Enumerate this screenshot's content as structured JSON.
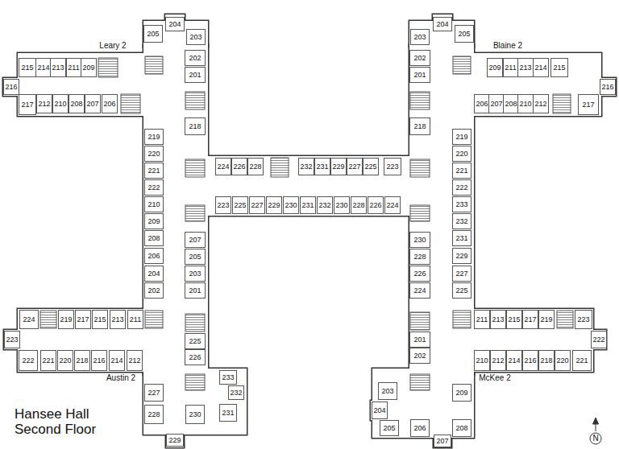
{
  "diagram": {
    "title": "Hansee Hall Second Floor",
    "nodes": [
      {
        "text": [
          "215"
        ]
      },
      {
        "text": [
          "214"
        ]
      },
      {
        "text": [
          "213"
        ]
      },
      {
        "text": [
          "211"
        ]
      },
      {
        "text": [
          "209"
        ]
      },
      {
        "text": [
          "216"
        ]
      },
      {
        "text": [
          "217"
        ]
      },
      {
        "text": [
          "212"
        ]
      },
      {
        "text": [
          "210"
        ]
      },
      {
        "text": [
          "208"
        ]
      },
      {
        "text": [
          "207"
        ]
      },
      {
        "text": [
          "206"
        ]
      },
      {
        "text": [
          "205"
        ]
      },
      {
        "text": [
          "204"
        ]
      },
      {
        "text": [
          "203"
        ]
      },
      {
        "text": [
          "202"
        ]
      },
      {
        "text": [
          "201"
        ]
      },
      {
        "text": [
          "218"
        ]
      },
      {
        "text": [
          "219"
        ]
      },
      {
        "text": [
          "220"
        ]
      },
      {
        "text": [
          "221"
        ]
      },
      {
        "text": [
          "222"
        ]
      },
      {
        "text": [
          "210"
        ]
      },
      {
        "text": [
          "209"
        ]
      },
      {
        "text": [
          "208"
        ]
      },
      {
        "text": [
          "206"
        ]
      },
      {
        "text": [
          "204"
        ]
      },
      {
        "text": [
          "202"
        ]
      },
      {
        "text": [
          "207"
        ]
      },
      {
        "text": [
          "205"
        ]
      },
      {
        "text": [
          "203"
        ]
      },
      {
        "text": [
          "201"
        ]
      },
      {
        "text": [
          "224"
        ]
      },
      {
        "text": [
          "226"
        ]
      },
      {
        "text": [
          "228"
        ]
      },
      {
        "text": [
          "232"
        ]
      },
      {
        "text": [
          "231"
        ]
      },
      {
        "text": [
          "229"
        ]
      },
      {
        "text": [
          "227"
        ]
      },
      {
        "text": [
          "225"
        ]
      },
      {
        "text": [
          "223"
        ]
      },
      {
        "text": [
          "223"
        ]
      },
      {
        "text": [
          "225"
        ]
      },
      {
        "text": [
          "227"
        ]
      },
      {
        "text": [
          "229"
        ]
      },
      {
        "text": [
          "230"
        ]
      },
      {
        "text": [
          "231"
        ]
      },
      {
        "text": [
          "232"
        ]
      },
      {
        "text": [
          "230"
        ]
      },
      {
        "text": [
          "228"
        ]
      },
      {
        "text": [
          "226"
        ]
      },
      {
        "text": [
          "224"
        ]
      },
      {
        "text": [
          "203"
        ]
      },
      {
        "text": [
          "204"
        ]
      },
      {
        "text": [
          "205"
        ]
      },
      {
        "text": [
          "202"
        ]
      },
      {
        "text": [
          "201"
        ]
      },
      {
        "text": [
          "218"
        ]
      },
      {
        "text": [
          "219"
        ]
      },
      {
        "text": [
          "220"
        ]
      },
      {
        "text": [
          "221"
        ]
      },
      {
        "text": [
          "222"
        ]
      },
      {
        "text": [
          "233"
        ]
      },
      {
        "text": [
          "232"
        ]
      },
      {
        "text": [
          "231"
        ]
      },
      {
        "text": [
          "229"
        ]
      },
      {
        "text": [
          "227"
        ]
      },
      {
        "text": [
          "225"
        ]
      },
      {
        "text": [
          "230"
        ]
      },
      {
        "text": [
          "228"
        ]
      },
      {
        "text": [
          "226"
        ]
      },
      {
        "text": [
          "224"
        ]
      },
      {
        "text": [
          "209"
        ]
      },
      {
        "text": [
          "211"
        ]
      },
      {
        "text": [
          "213"
        ]
      },
      {
        "text": [
          "214"
        ]
      },
      {
        "text": [
          "215"
        ]
      },
      {
        "text": [
          "216"
        ]
      },
      {
        "text": [
          "206"
        ]
      },
      {
        "text": [
          "207"
        ]
      },
      {
        "text": [
          "208"
        ]
      },
      {
        "text": [
          "210"
        ]
      },
      {
        "text": [
          "212"
        ]
      },
      {
        "text": [
          "217"
        ]
      },
      {
        "text": [
          "224"
        ]
      },
      {
        "text": [
          "219"
        ]
      },
      {
        "text": [
          "217"
        ]
      },
      {
        "text": [
          "215"
        ]
      },
      {
        "text": [
          "213"
        ]
      },
      {
        "text": [
          "211"
        ]
      },
      {
        "text": [
          "223"
        ]
      },
      {
        "text": [
          "222"
        ]
      },
      {
        "text": [
          "221"
        ]
      },
      {
        "text": [
          "220"
        ]
      },
      {
        "text": [
          "218"
        ]
      },
      {
        "text": [
          "216"
        ]
      },
      {
        "text": [
          "214"
        ]
      },
      {
        "text": [
          "212"
        ]
      },
      {
        "text": [
          "225"
        ]
      },
      {
        "text": [
          "226"
        ]
      },
      {
        "text": [
          "233"
        ]
      },
      {
        "text": [
          "232"
        ]
      },
      {
        "text": [
          "227"
        ]
      },
      {
        "text": [
          "228"
        ]
      },
      {
        "text": [
          "231"
        ]
      },
      {
        "text": [
          "230"
        ]
      },
      {
        "text": [
          "229"
        ]
      },
      {
        "text": [
          "211"
        ]
      },
      {
        "text": [
          "213"
        ]
      },
      {
        "text": [
          "215"
        ]
      },
      {
        "text": [
          "217"
        ]
      },
      {
        "text": [
          "219"
        ]
      },
      {
        "text": [
          "223"
        ]
      },
      {
        "text": [
          "222"
        ]
      },
      {
        "text": [
          "210"
        ]
      },
      {
        "text": [
          "212"
        ]
      },
      {
        "text": [
          "214"
        ]
      },
      {
        "text": [
          "216"
        ]
      },
      {
        "text": [
          "218"
        ]
      },
      {
        "text": [
          "220"
        ]
      },
      {
        "text": [
          "221"
        ]
      },
      {
        "text": [
          "201"
        ]
      },
      {
        "text": [
          "202"
        ]
      },
      {
        "text": [
          "203"
        ]
      },
      {
        "text": [
          "209"
        ]
      },
      {
        "text": [
          "204"
        ]
      },
      {
        "text": [
          "205"
        ]
      },
      {
        "text": [
          "206"
        ]
      },
      {
        "text": [
          "208"
        ]
      },
      {
        "text": [
          "207"
        ]
      }
    ],
    "labels": [
      "Leary 2",
      "Blaine 2",
      "Austin 2",
      "McKee 2",
      "N"
    ]
  }
}
